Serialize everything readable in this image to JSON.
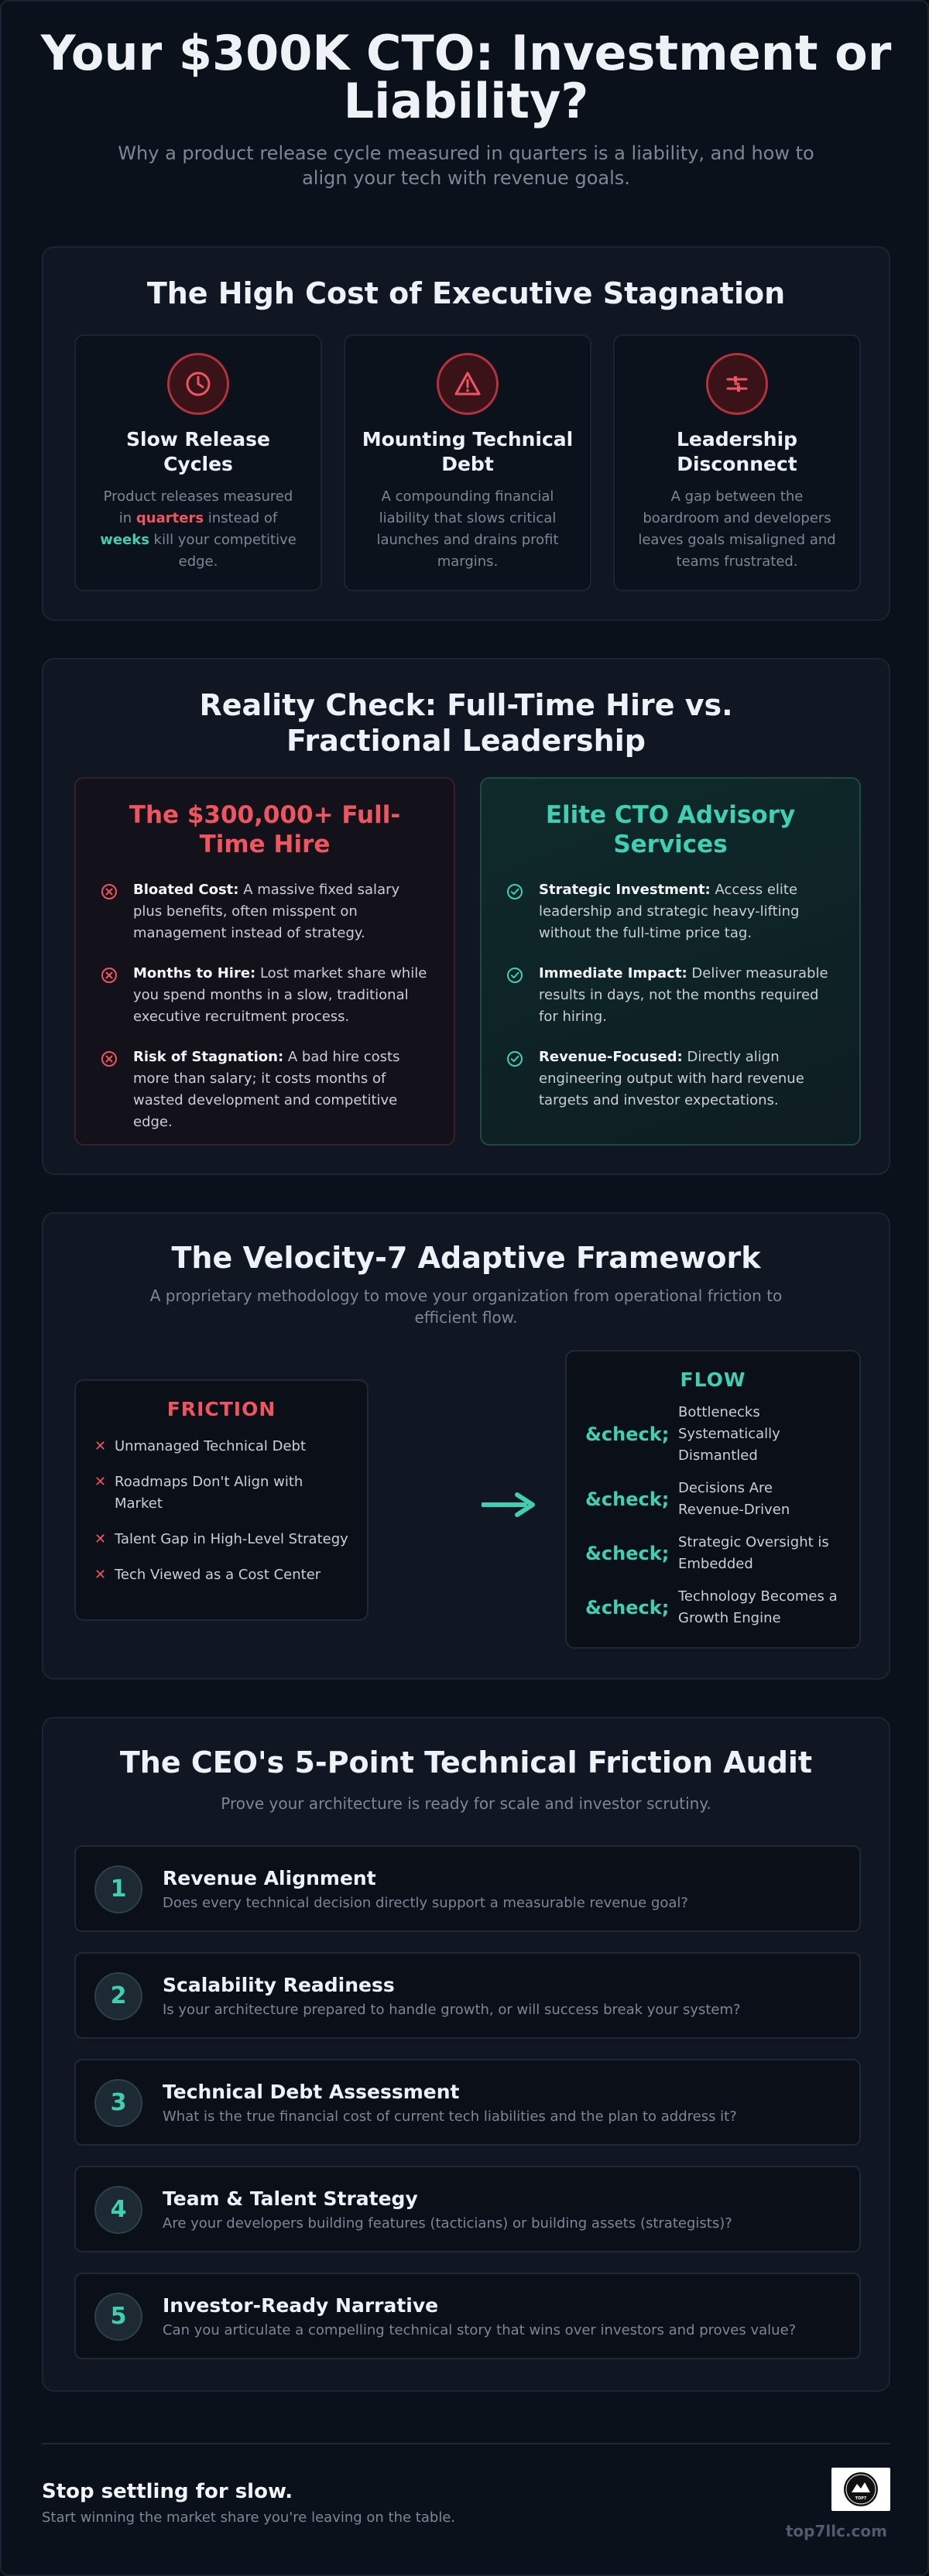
{
  "hero": {
    "title": "Your $300K CTO: Investment or Liability?",
    "subtitle": "Why a product release cycle measured in quarters is a liability, and how to align your tech with revenue goals."
  },
  "stagnation": {
    "title": "The High Cost of Executive Stagnation",
    "pillars": [
      {
        "icon": "clock-icon",
        "title": "Slow Release Cycles",
        "desc_before": "Product releases measured in ",
        "desc_hl1": "quarters",
        "desc_mid": " instead of ",
        "desc_hl2": "weeks",
        "desc_after": " kill your competitive edge."
      },
      {
        "icon": "warning-icon",
        "title": "Mounting Technical Debt",
        "desc": "A compounding financial liability that slows critical launches and drains profit margins."
      },
      {
        "icon": "disconnect-icon",
        "title": "Leadership Disconnect",
        "desc": "A gap between the boardroom and developers leaves goals misaligned and teams frustrated."
      }
    ],
    "colors": {
      "danger": "#ef5560",
      "accent": "#3fcfb2"
    }
  },
  "reality": {
    "title": "Reality Check: Full-Time Hire vs. Fractional Leadership",
    "fulltime": {
      "title": "The $300,000+ Full-Time Hire",
      "items": [
        {
          "label": "Bloated Cost:",
          "text": " A massive fixed salary plus benefits, often misspent on management instead of strategy."
        },
        {
          "label": "Months to Hire:",
          "text": " Lost market share while you spend months in a slow, traditional executive recruitment process."
        },
        {
          "label": "Risk of Stagnation:",
          "text": " A bad hire costs more than salary; it costs months of wasted development and competitive edge."
        }
      ]
    },
    "advisory": {
      "title": "Elite CTO Advisory Services",
      "items": [
        {
          "label": "Strategic Investment:",
          "text": " Access elite leadership and strategic heavy-lifting without the full-time price tag."
        },
        {
          "label": "Immediate Impact:",
          "text": " Deliver measurable results in days, not the months required for hiring."
        },
        {
          "label": "Revenue-Focused:",
          "text": " Directly align engineering output with hard revenue targets and investor expectations."
        }
      ]
    }
  },
  "framework": {
    "title": "The Velocity-7 Adaptive Framework",
    "subtitle": "A proprietary methodology to move your organization from operational friction to efficient flow.",
    "friction": {
      "title": "FRICTION",
      "marker": "✕",
      "items": [
        "Unmanaged Technical Debt",
        "Roadmaps Don't Align with Market",
        "Talent Gap in High-Level Strategy",
        "Tech Viewed as a Cost Center"
      ]
    },
    "flow": {
      "title": "FLOW",
      "marker": "&check;",
      "items": [
        "Bottlenecks Systematically Dismantled",
        "Decisions Are Revenue-Driven",
        "Strategic Oversight is Embedded",
        "Technology Becomes a Growth Engine"
      ]
    }
  },
  "audit": {
    "title": "The CEO's 5-Point Technical Friction Audit",
    "subtitle": "Prove your architecture is ready for scale and investor scrutiny.",
    "items": [
      {
        "num": "1",
        "title": "Revenue Alignment",
        "desc": "Does every technical decision directly support a measurable revenue goal?"
      },
      {
        "num": "2",
        "title": "Scalability Readiness",
        "desc": "Is your architecture prepared to handle growth, or will success break your system?"
      },
      {
        "num": "3",
        "title": "Technical Debt Assessment",
        "desc": "What is the true financial cost of current tech liabilities and the plan to address it?"
      },
      {
        "num": "4",
        "title": "Team & Talent Strategy",
        "desc": "Are your developers building features (tacticians) or building assets (strategists)?"
      },
      {
        "num": "5",
        "title": "Investor-Ready Narrative",
        "desc": "Can you articulate a compelling technical story that wins over investors and proves value?"
      }
    ]
  },
  "footer": {
    "title": "Stop settling for slow.",
    "subtitle": "Start winning the market share you're leaving on the table.",
    "logo_text": "TOP7",
    "domain": "top7llc.com"
  }
}
